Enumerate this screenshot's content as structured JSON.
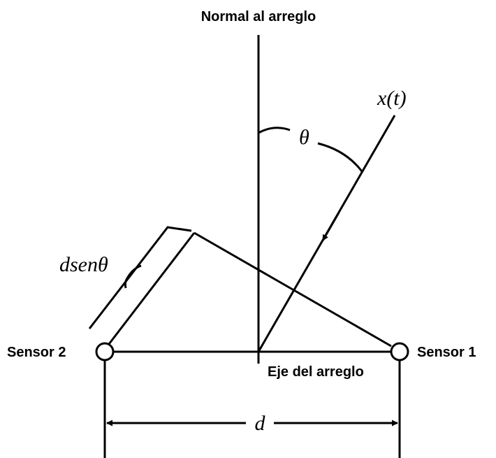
{
  "labels": {
    "normal": "Normal al arreglo",
    "sensor1": "Sensor 1",
    "sensor2": "Sensor 2",
    "axis": "Eje del arreglo",
    "signal": "x(t)",
    "theta": "θ",
    "path_diff": "dsenθ",
    "spacing": "d"
  },
  "colors": {
    "ink": "#000000",
    "background": "#ffffff"
  }
}
